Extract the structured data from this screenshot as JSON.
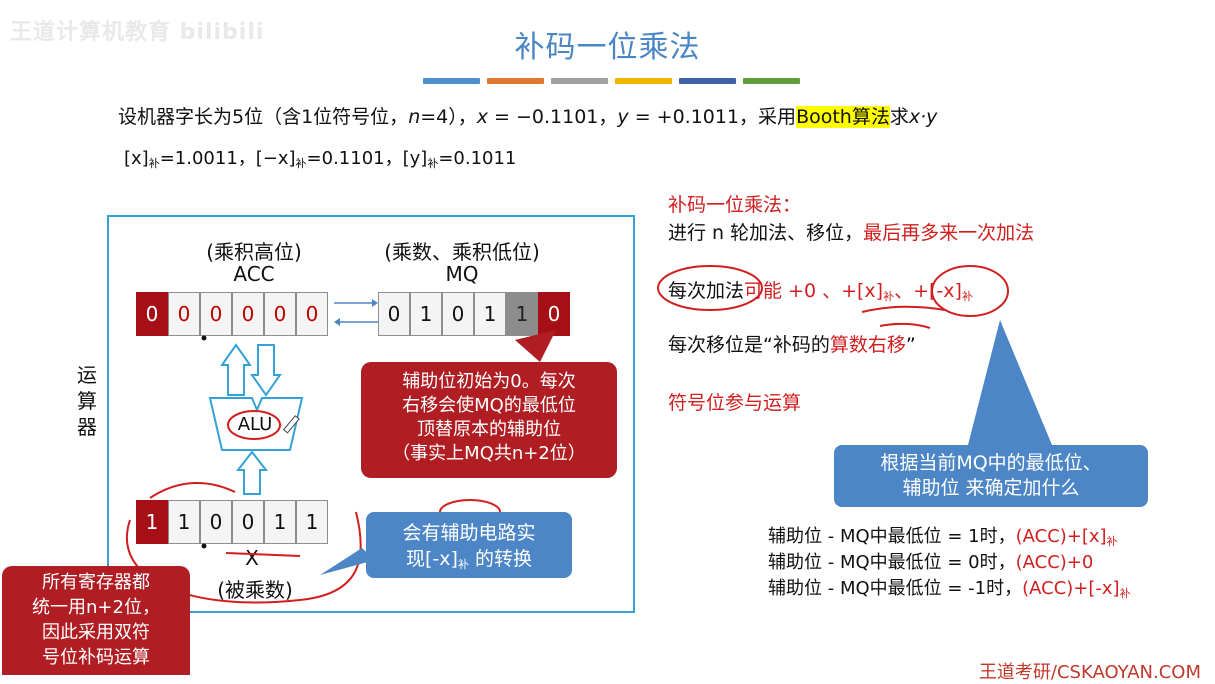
{
  "title": "补码一位乘法",
  "watermark": "王道计算机教育 bilibili",
  "color_bars": [
    "#4f8fcf",
    "#e0772f",
    "#a0a0a0",
    "#f2b400",
    "#3e61a8",
    "#5e9f3c"
  ],
  "problem": {
    "line1_a": "设机器字长为5位（含1位符号位，",
    "line1_n": "n",
    "line1_b": "=4），",
    "line1_x": "x",
    "line1_c": " = −0.1101，",
    "line1_y": "y",
    "line1_d": " = +0.1011，采用",
    "line1_booth": "Booth算法",
    "line1_e": "求",
    "line1_xy": "x·y",
    "line2_a": "[x]",
    "line2_sub1": "补",
    "line2_b": "=1.0011，[−x]",
    "line2_sub2": "补",
    "line2_c": "=0.1101，[y]",
    "line2_sub3": "补",
    "line2_d": "=0.1011"
  },
  "diagram": {
    "acc_caption": "(乘积高位)",
    "acc_name": "ACC",
    "mq_caption": "(乘数、乘积低位)",
    "mq_name": "MQ",
    "acc_bits": [
      "0",
      "0",
      "0",
      "0",
      "0",
      "0"
    ],
    "mq_bits": [
      "0",
      "1",
      "0",
      "1",
      "1",
      "0"
    ],
    "x_bits": [
      "1",
      "1",
      "0",
      "0",
      "1",
      "1"
    ],
    "x_name": "X",
    "x_caption": "(被乘数)",
    "alu_label": "ALU",
    "unit_label_1": "运",
    "unit_label_2": "算",
    "unit_label_3": "器"
  },
  "callouts": {
    "aux_bit": [
      "辅助位初始为0。每次",
      "右移会使MQ的最低位",
      "顶替原本的辅助位",
      "（事实上MQ共n+2位）"
    ],
    "conversion_a": "会有辅助电路实",
    "conversion_b": "现[-x]",
    "conversion_sub": "补",
    "conversion_c": " 的转换",
    "registers": [
      "所有寄存器都",
      "统一用n+2位，",
      "因此采用双符",
      "号位补码运算"
    ],
    "decide": [
      "根据当前MQ中的最低位、",
      "辅助位 来确定加什么"
    ]
  },
  "right_panel": {
    "heading": "补码一位乘法：",
    "line2_a": "进行 n 轮加法、移位，",
    "line2_b": "最后再多来一次加法",
    "line3_a": "每次加法",
    "line3_b": "可能 +0 、+[x]",
    "line3_sub1": "补",
    "line3_c": "、+[-x]",
    "line3_sub2": "补",
    "line4_a": "每次移位是“补码的",
    "line4_b": "算数右移",
    "line4_c": "”",
    "line5": "符号位参与运算"
  },
  "rules": [
    {
      "cond": "辅助位 - MQ中最低位 = 1时，",
      "op": "(ACC)+[x]",
      "sub": "补"
    },
    {
      "cond": "辅助位 - MQ中最低位 = 0时，",
      "op": "(ACC)+0",
      "sub": ""
    },
    {
      "cond": "辅助位 - MQ中最低位 = -1时，",
      "op": "(ACC)+[-x]",
      "sub": "补"
    }
  ],
  "footer": "王道考研/CSKAOYAN.COM",
  "colors": {
    "accent_blue": "#4a86c5",
    "dark_red": "#a50f15",
    "red_text": "#d11f1f",
    "highlight": "#ffff00",
    "frame": "#33a3d6"
  }
}
